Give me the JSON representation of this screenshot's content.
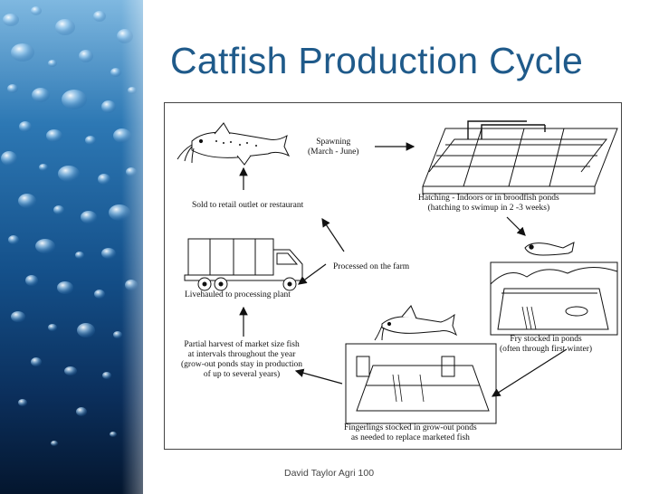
{
  "slide": {
    "title": "Catfish Production Cycle",
    "footer": "David Taylor Agri 100",
    "accent_color": "#1f5a8a"
  },
  "diagram": {
    "spawning": [
      "Spawning",
      "(March - June)"
    ],
    "hatching": [
      "Hatching - Indoors or in broodfish ponds",
      "(hatching to swimup in 2 -3 weeks)"
    ],
    "fry": [
      "Fry stocked in ponds",
      "(often through first winter)"
    ],
    "fingerlings": [
      "Fingerlings stocked in grow-out ponds",
      "as needed to replace marketed fish"
    ],
    "harvest": [
      "Partial harvest of market size fish",
      "at intervals throughout the year",
      "(grow-out ponds stay in production",
      "of up to several years)"
    ],
    "livehauled": "Livehauled to processing plant",
    "sold": "Sold to retail outlet or restaurant",
    "processed": "Processed on the farm"
  }
}
